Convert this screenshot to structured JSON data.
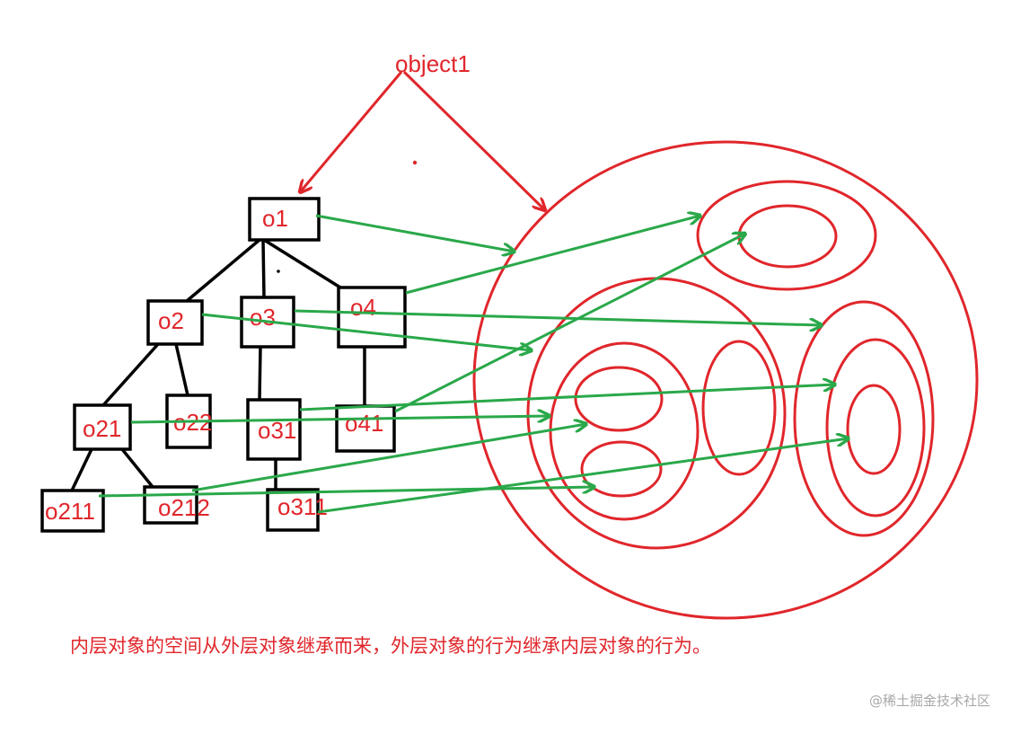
{
  "root_label": "object1",
  "nodes": [
    {
      "id": "o1",
      "label": "o1"
    },
    {
      "id": "o2",
      "label": "o2"
    },
    {
      "id": "o3",
      "label": "o3"
    },
    {
      "id": "o4",
      "label": "o4"
    },
    {
      "id": "o21",
      "label": "o21"
    },
    {
      "id": "o22",
      "label": "o22"
    },
    {
      "id": "o31",
      "label": "o31"
    },
    {
      "id": "o41",
      "label": "o41"
    },
    {
      "id": "o211",
      "label": "o211"
    },
    {
      "id": "o212",
      "label": "o212"
    },
    {
      "id": "o311",
      "label": "o311"
    }
  ],
  "tree_edges": [
    [
      "o1",
      "o2"
    ],
    [
      "o1",
      "o3"
    ],
    [
      "o1",
      "o4"
    ],
    [
      "o2",
      "o21"
    ],
    [
      "o2",
      "o22"
    ],
    [
      "o3",
      "o31"
    ],
    [
      "o4",
      "o41"
    ],
    [
      "o21",
      "o211"
    ],
    [
      "o21",
      "o212"
    ],
    [
      "o31",
      "o311"
    ]
  ],
  "caption": "内层对象的空间从外层对象继承而来，外层对象的行为继承内层对象的行为。",
  "watermark": "@稀土掘金技术社区",
  "colors": {
    "red": "#e0262b",
    "green": "#2aa84a",
    "black": "#000000",
    "watermark": "#a8a8a8"
  }
}
